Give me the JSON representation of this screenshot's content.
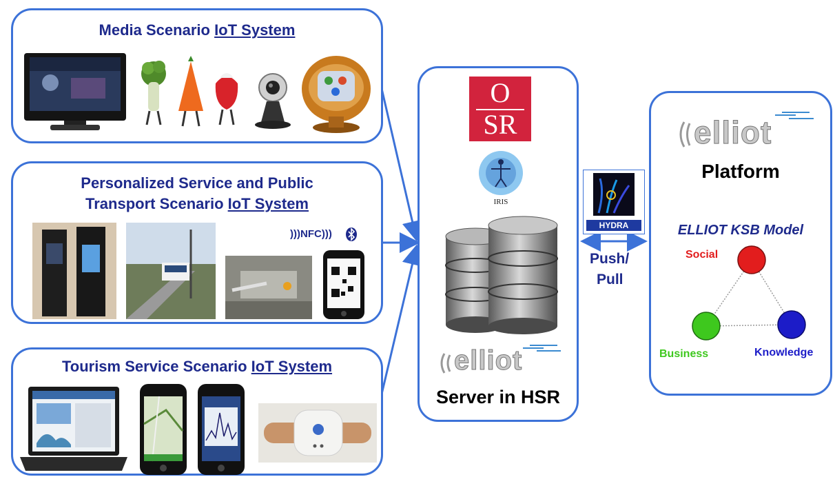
{
  "media": {
    "title_prefix": "Media Scenario ",
    "title_link": "IoT System"
  },
  "transport": {
    "title_line1": "Personalized Service and Public",
    "title_line2_prefix": "Transport Scenario ",
    "title_link": "IoT System",
    "nfc": "NFC"
  },
  "tourism": {
    "title_prefix": "Tourism Service Scenario ",
    "title_link": "IoT System"
  },
  "server": {
    "osr_top": "O",
    "osr_bottom": "SR",
    "iris": "IRIS",
    "elliot_logo": "elliot",
    "label": "Server in HSR"
  },
  "hydra": {
    "label": "HYDRA",
    "push_pull_line1": "Push/",
    "push_pull_line2": "Pull"
  },
  "platform": {
    "elliot_logo": "elliot",
    "label": "Platform",
    "ksb_title": "ELLIOT KSB Model",
    "social": "Social",
    "business": "Business",
    "knowledge": "Knowledge",
    "colors": {
      "social": "#e21d1d",
      "business": "#3ec81e",
      "knowledge": "#1c1cc8",
      "accent": "#3c72d8",
      "title": "#1e2a8c"
    }
  }
}
